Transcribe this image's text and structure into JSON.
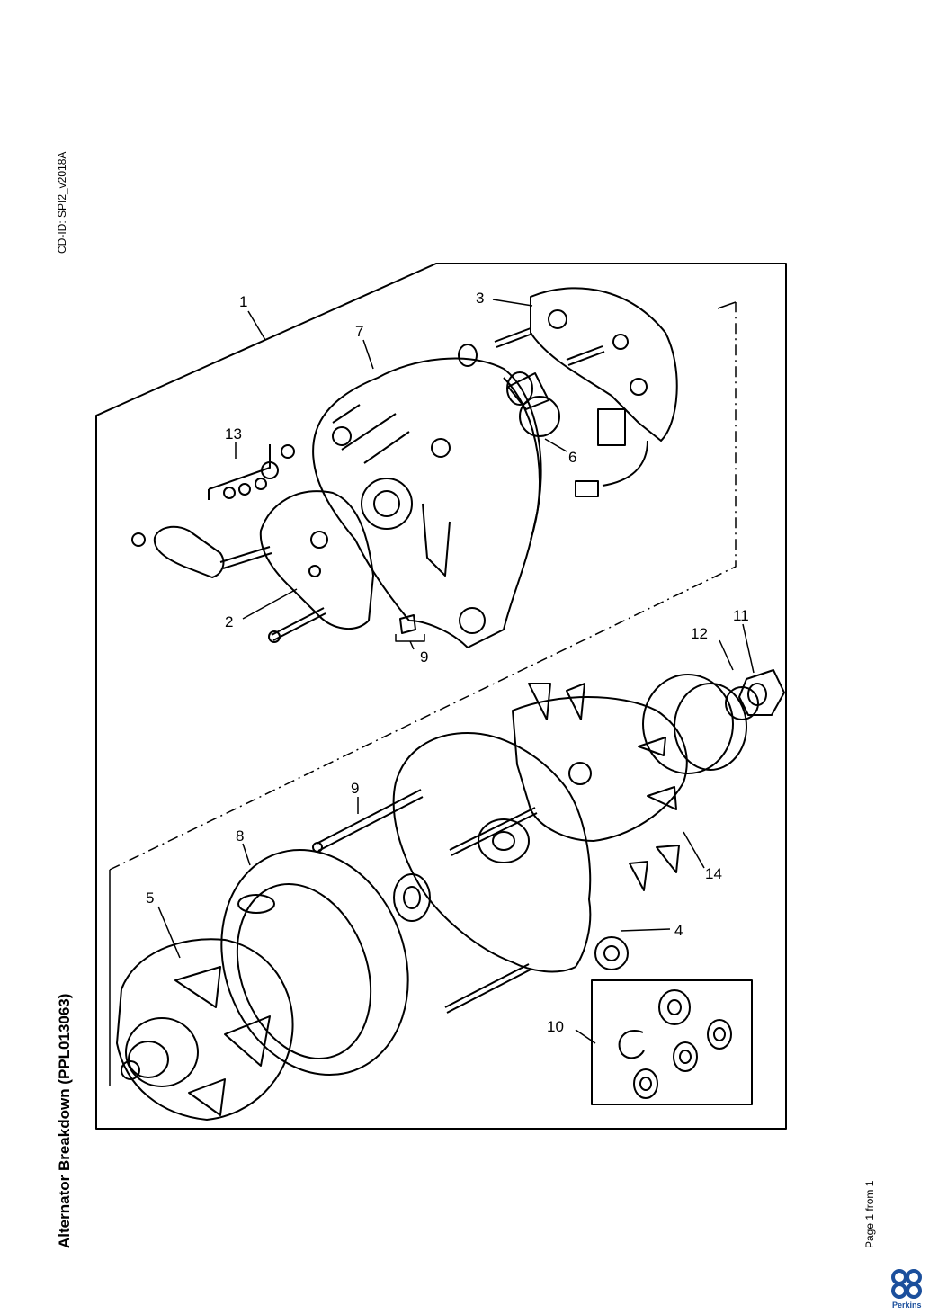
{
  "header": {
    "cd_id": "CD-ID: SPI2_v2018A"
  },
  "page": {
    "title": "Alternator Breakdown (PPL013063)",
    "page_info": "Page 1 from 1"
  },
  "brand": {
    "name": "Perkins",
    "color": "#1b4f9c"
  },
  "diagram": {
    "callouts": [
      "1",
      "2",
      "3",
      "4",
      "5",
      "6",
      "7",
      "8",
      "9",
      "9",
      "10",
      "11",
      "12",
      "13",
      "14"
    ]
  }
}
